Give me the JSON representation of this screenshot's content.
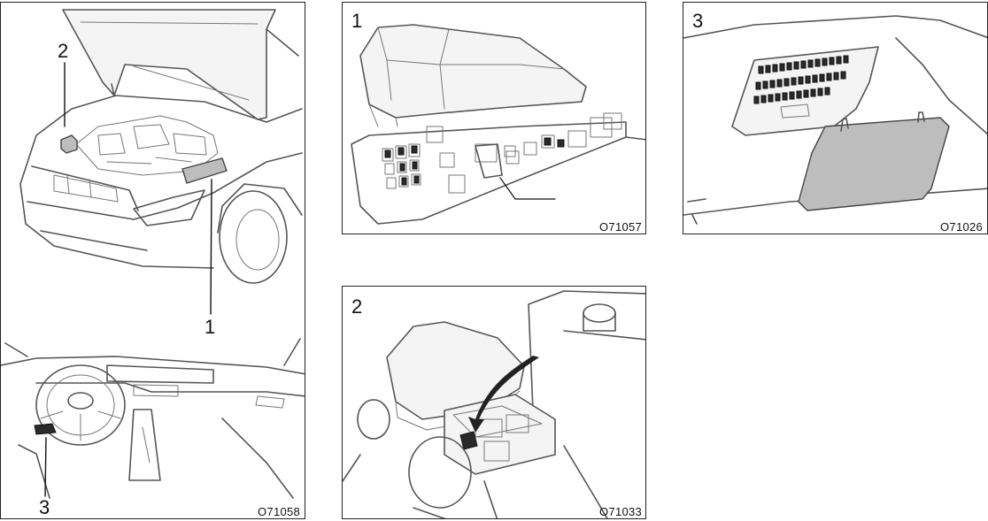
{
  "panels": [
    {
      "id": "overview",
      "image_code": "O71058",
      "callouts": [
        "2",
        "1",
        "3"
      ]
    },
    {
      "id": "engine-fuse-box",
      "number": "1",
      "image_code": "O71057"
    },
    {
      "id": "relay-block",
      "number": "2",
      "image_code": "O71033"
    },
    {
      "id": "instrument-panel-fuse-box",
      "number": "3",
      "image_code": "O71026"
    }
  ]
}
